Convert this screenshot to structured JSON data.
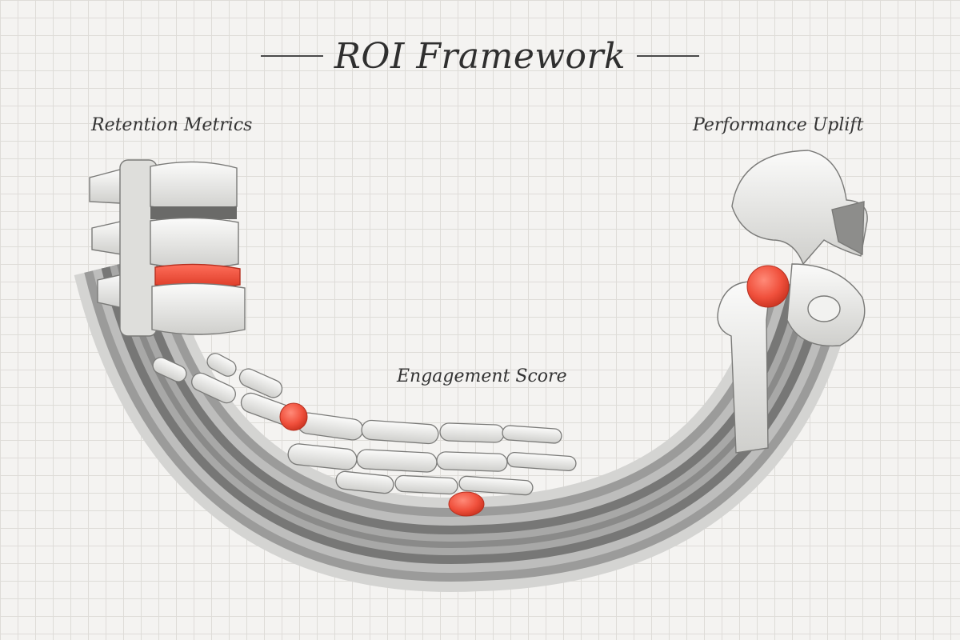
{
  "title": "ROI Framework",
  "labels": {
    "left": "Retention Metrics",
    "center": "Engagement Score",
    "right": "Performance Uplift"
  },
  "colors": {
    "highlight": "#f0503c",
    "bone": "#efefed",
    "band_dark": "#6d6d6d",
    "band_light": "#c9c9c9",
    "background": "#f4f3f1"
  }
}
